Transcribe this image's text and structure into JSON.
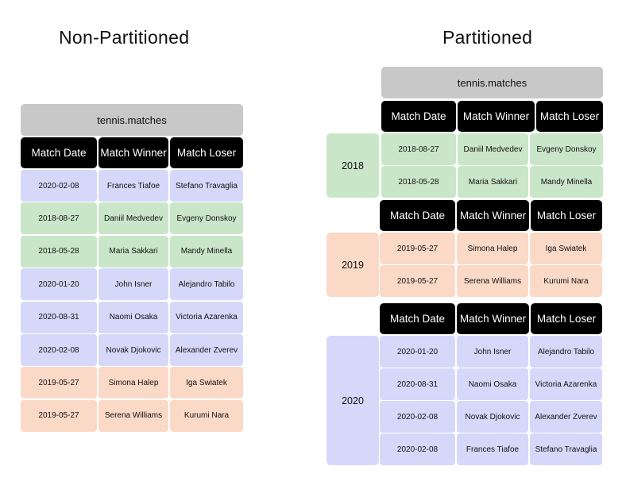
{
  "left": {
    "title": "Non-Partitioned",
    "table_name": "tennis.matches",
    "headers": [
      "Match Date",
      "Match Winner",
      "Match Loser"
    ],
    "rows": [
      {
        "date": "2020-02-08",
        "winner": "Frances Tiafoe",
        "loser": "Stefano Travaglia",
        "year": "2020"
      },
      {
        "date": "2018-08-27",
        "winner": "Daniil Medvedev",
        "loser": "Evgeny Donskoy",
        "year": "2018"
      },
      {
        "date": "2018-05-28",
        "winner": "Maria Sakkari",
        "loser": "Mandy Minella",
        "year": "2018"
      },
      {
        "date": "2020-01-20",
        "winner": "John Isner",
        "loser": "Alejandro Tabilo",
        "year": "2020"
      },
      {
        "date": "2020-08-31",
        "winner": "Naomi Osaka",
        "loser": "Victoria Azarenka",
        "year": "2020"
      },
      {
        "date": "2020-02-08",
        "winner": "Novak Djokovic",
        "loser": "Alexander Zverev",
        "year": "2020"
      },
      {
        "date": "2019-05-27",
        "winner": "Simona Halep",
        "loser": "Iga Swiatek",
        "year": "2019"
      },
      {
        "date": "2019-05-27",
        "winner": "Serena Williams",
        "loser": "Kurumi Nara",
        "year": "2019"
      }
    ]
  },
  "right": {
    "title": "Partitioned",
    "table_name": "tennis.matches",
    "partitions": [
      {
        "year": "2018",
        "headers": [
          "Match Date",
          "Match Winner",
          "Match Loser"
        ],
        "rows": [
          {
            "date": "2018-08-27",
            "winner": "Daniil Medvedev",
            "loser": "Evgeny Donskoy"
          },
          {
            "date": "2018-05-28",
            "winner": "Maria Sakkari",
            "loser": "Mandy Minella"
          }
        ]
      },
      {
        "year": "2019",
        "headers": [
          "Match Date",
          "Match Winner",
          "Match Loser"
        ],
        "rows": [
          {
            "date": "2019-05-27",
            "winner": "Simona Halep",
            "loser": "Iga Swiatek"
          },
          {
            "date": "2019-05-27",
            "winner": "Serena Williams",
            "loser": "Kurumi Nara"
          }
        ]
      },
      {
        "year": "2020",
        "headers": [
          "Match Date",
          "Match Winner",
          "Match Loser"
        ],
        "rows": [
          {
            "date": "2020-01-20",
            "winner": "John Isner",
            "loser": "Alejandro Tabilo"
          },
          {
            "date": "2020-08-31",
            "winner": "Naomi Osaka",
            "loser": "Victoria Azarenka"
          },
          {
            "date": "2020-02-08",
            "winner": "Novak Djokovic",
            "loser": "Alexander Zverev"
          },
          {
            "date": "2020-02-08",
            "winner": "Frances Tiafoe",
            "loser": "Stefano Travaglia"
          }
        ]
      }
    ]
  },
  "colors": {
    "2018": "#c9e6c9",
    "2019": "#fad9c7",
    "2020": "#d6d8fa",
    "header": "#000000",
    "table_name": "#c8c8c8"
  }
}
